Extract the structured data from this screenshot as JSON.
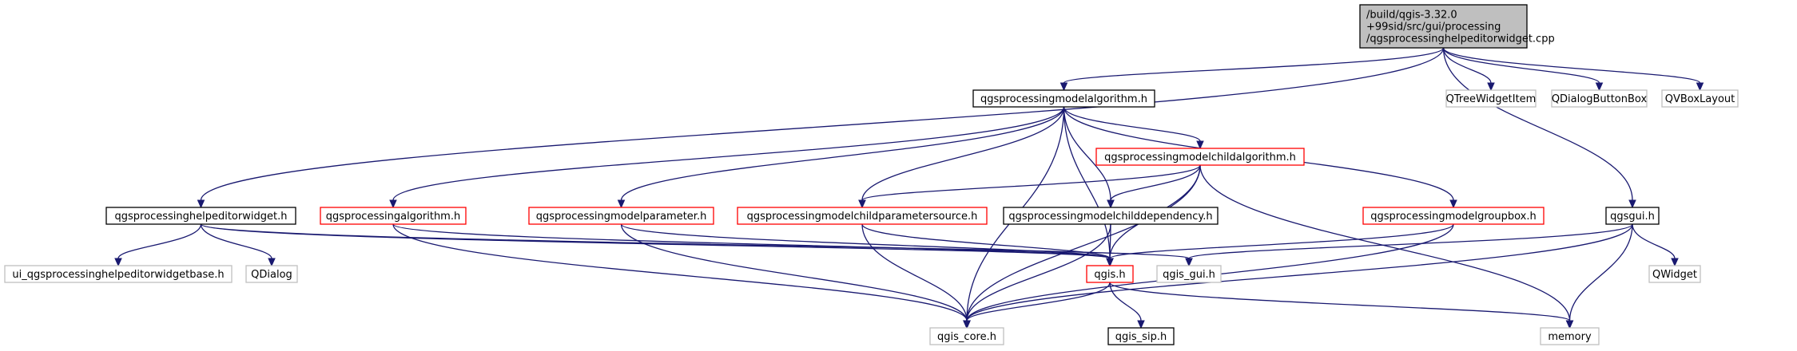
{
  "colors": {
    "edge": "#191970",
    "border_normal": "#000000",
    "border_red": "#ff0000",
    "border_grey": "#bfbfbf",
    "root_fill": "#bfbfbf",
    "fill": "#ffffff"
  },
  "nodes": [
    {
      "id": "root",
      "style": "root",
      "lines": [
        "/build/qgis-3.32.0",
        "+99sid/src/gui/processing",
        "/qgsprocessinghelpeditorwidget.cpp"
      ]
    },
    {
      "id": "modelalg",
      "style": "normal",
      "lines": [
        "qgsprocessingmodelalgorithm.h"
      ]
    },
    {
      "id": "qtreewidgetitem",
      "style": "grey",
      "lines": [
        "QTreeWidgetItem"
      ]
    },
    {
      "id": "qdialogbuttonbox",
      "style": "grey",
      "lines": [
        "QDialogButtonBox"
      ]
    },
    {
      "id": "qvboxlayout",
      "style": "grey",
      "lines": [
        "QVBoxLayout"
      ]
    },
    {
      "id": "childalg",
      "style": "red",
      "lines": [
        "qgsprocessingmodelchildalgorithm.h"
      ]
    },
    {
      "id": "helpeditor",
      "style": "normal",
      "lines": [
        "qgsprocessinghelpeditorwidget.h"
      ]
    },
    {
      "id": "procalg",
      "style": "red",
      "lines": [
        "qgsprocessingalgorithm.h"
      ]
    },
    {
      "id": "modelparam",
      "style": "red",
      "lines": [
        "qgsprocessingmodelparameter.h"
      ]
    },
    {
      "id": "childparamsrc",
      "style": "red",
      "lines": [
        "qgsprocessingmodelchildparametersource.h"
      ]
    },
    {
      "id": "childdep",
      "style": "normal",
      "lines": [
        "qgsprocessingmodelchilddependency.h"
      ]
    },
    {
      "id": "groupbox",
      "style": "red",
      "lines": [
        "qgsprocessingmodelgroupbox.h"
      ]
    },
    {
      "id": "qgsgui",
      "style": "normal",
      "lines": [
        "qgsgui.h"
      ]
    },
    {
      "id": "uibase",
      "style": "grey",
      "lines": [
        "ui_qgsprocessinghelpeditorwidgetbase.h"
      ]
    },
    {
      "id": "qdialog",
      "style": "grey",
      "lines": [
        "QDialog"
      ]
    },
    {
      "id": "qgis",
      "style": "red",
      "lines": [
        "qgis.h"
      ]
    },
    {
      "id": "qgisgui",
      "style": "grey",
      "lines": [
        "qgis_gui.h"
      ]
    },
    {
      "id": "qwidget",
      "style": "grey",
      "lines": [
        "QWidget"
      ]
    },
    {
      "id": "qgiscore",
      "style": "grey",
      "lines": [
        "qgis_core.h"
      ]
    },
    {
      "id": "qgissip",
      "style": "normal",
      "lines": [
        "qgis_sip.h"
      ]
    },
    {
      "id": "memory",
      "style": "grey",
      "lines": [
        "memory"
      ]
    }
  ],
  "edges": [
    [
      "root",
      "modelalg"
    ],
    [
      "root",
      "helpeditor"
    ],
    [
      "root",
      "qtreewidgetitem"
    ],
    [
      "root",
      "qdialogbuttonbox"
    ],
    [
      "root",
      "qvboxlayout"
    ],
    [
      "root",
      "qgsgui"
    ],
    [
      "modelalg",
      "procalg"
    ],
    [
      "modelalg",
      "childalg"
    ],
    [
      "modelalg",
      "modelparam"
    ],
    [
      "modelalg",
      "childparamsrc"
    ],
    [
      "modelalg",
      "childdep"
    ],
    [
      "modelalg",
      "groupbox"
    ],
    [
      "modelalg",
      "qgis"
    ],
    [
      "modelalg",
      "qgiscore"
    ],
    [
      "childalg",
      "childparamsrc"
    ],
    [
      "childalg",
      "childdep"
    ],
    [
      "childalg",
      "qgis"
    ],
    [
      "childalg",
      "qgiscore"
    ],
    [
      "childalg",
      "memory"
    ],
    [
      "helpeditor",
      "uibase"
    ],
    [
      "helpeditor",
      "qdialog"
    ],
    [
      "helpeditor",
      "qgis"
    ],
    [
      "helpeditor",
      "qgisgui"
    ],
    [
      "procalg",
      "qgis"
    ],
    [
      "procalg",
      "qgiscore"
    ],
    [
      "modelparam",
      "qgis"
    ],
    [
      "modelparam",
      "qgiscore"
    ],
    [
      "childparamsrc",
      "qgis"
    ],
    [
      "childparamsrc",
      "qgiscore"
    ],
    [
      "childdep",
      "qgis"
    ],
    [
      "childdep",
      "qgiscore"
    ],
    [
      "groupbox",
      "qgis"
    ],
    [
      "groupbox",
      "qgiscore"
    ],
    [
      "qgsgui",
      "qgisgui"
    ],
    [
      "qgsgui",
      "qwidget"
    ],
    [
      "qgsgui",
      "memory"
    ],
    [
      "qgsgui",
      "qgiscore"
    ],
    [
      "qgis",
      "qgiscore"
    ],
    [
      "qgis",
      "qgissip"
    ],
    [
      "qgis",
      "memory"
    ]
  ]
}
